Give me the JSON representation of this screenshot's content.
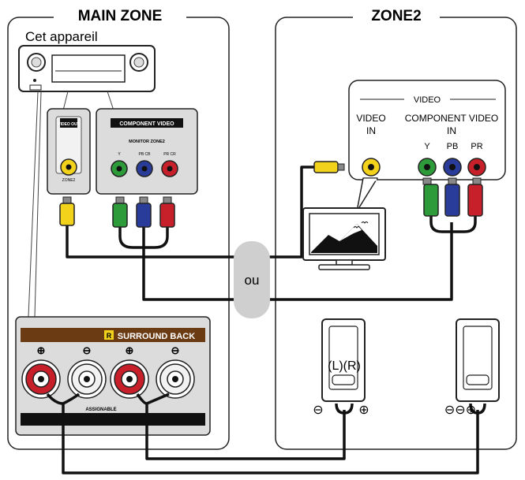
{
  "zones": {
    "main_title": "MAIN ZONE",
    "zone2_title": "ZONE2"
  },
  "device": {
    "label": "Cet appareil"
  },
  "main_panels": {
    "video_out": {
      "header": "VIDEO OUT",
      "jack_label": "ZONE2"
    },
    "component": {
      "header": "COMPONENT VIDEO",
      "sub": "MONITOR ZONE2",
      "jack_labels": [
        "Y",
        "PB CB",
        "PR CR"
      ]
    }
  },
  "tv_panel": {
    "group_title": "VIDEO",
    "video_in_line1": "VIDEO",
    "video_in_line2": "IN",
    "component_line1": "COMPONENT VIDEO",
    "component_line2": "IN",
    "jack_y": "Y",
    "jack_pb": "PB",
    "jack_pr": "PR"
  },
  "separator": {
    "label": "ou"
  },
  "surround_panel": {
    "badge": "R",
    "title": "SURROUND BACK",
    "assignable": "ASSIGNABLE"
  },
  "speakers": {
    "left_label": "(L)(R)",
    "left_minus": "⊖",
    "left_plus": "⊕",
    "right_terms": "⊖⊖⊕"
  },
  "colors": {
    "green": "#2e9b3a",
    "blue": "#2a3c9a",
    "red": "#c8202b",
    "yellow": "#f3d21c",
    "panel_grey": "#dcdcdc",
    "surround_header": "#6b3b14"
  }
}
